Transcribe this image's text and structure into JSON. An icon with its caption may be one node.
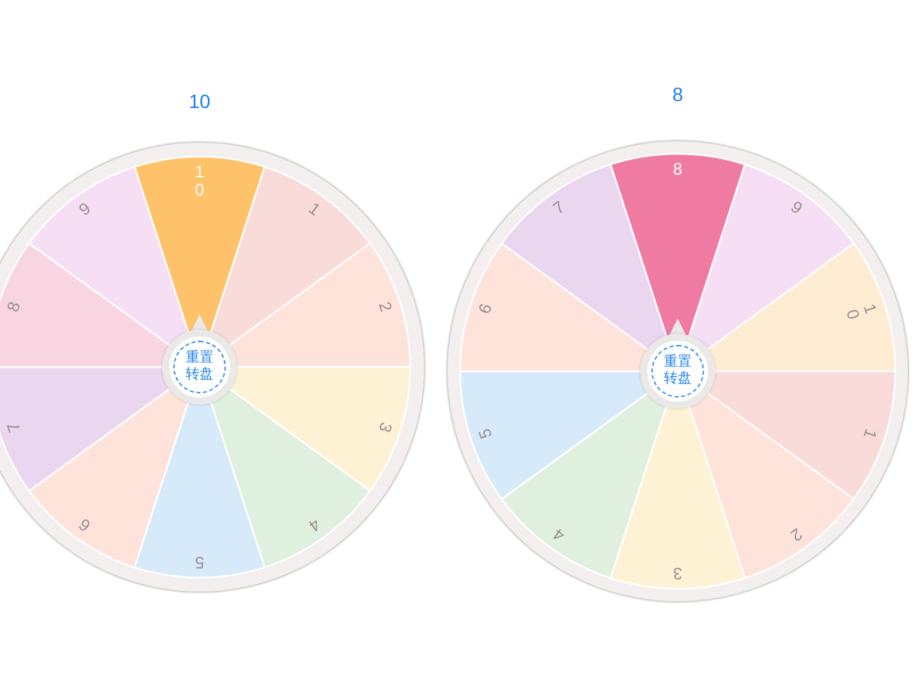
{
  "diagram": {
    "nodes": [
      {
        "text": [
          "10"
        ]
      },
      {
        "text": [
          "10"
        ],
        "in": 0
      },
      {
        "text": [
          "1"
        ],
        "in": 0
      },
      {
        "text": [
          "2"
        ],
        "in": 0
      },
      {
        "text": [
          "3"
        ],
        "in": 0
      },
      {
        "text": [
          "4"
        ],
        "in": 0
      },
      {
        "text": [
          "5"
        ],
        "in": 0
      },
      {
        "text": [
          "6"
        ],
        "in": 0
      },
      {
        "text": [
          "7"
        ],
        "in": 0
      },
      {
        "text": [
          "8"
        ],
        "in": 0
      },
      {
        "text": [
          "9"
        ],
        "in": 0
      },
      {
        "text": [
          "重置转盘"
        ],
        "in": 0
      },
      {
        "text": [
          "8"
        ]
      },
      {
        "text": [
          "8"
        ],
        "in": 12
      },
      {
        "text": [
          "9"
        ],
        "in": 12
      },
      {
        "text": [
          "10"
        ],
        "in": 12
      },
      {
        "text": [
          "1"
        ],
        "in": 12
      },
      {
        "text": [
          "2"
        ],
        "in": 12
      },
      {
        "text": [
          "3"
        ],
        "in": 12
      },
      {
        "text": [
          "4"
        ],
        "in": 12
      },
      {
        "text": [
          "5"
        ],
        "in": 12
      },
      {
        "text": [
          "6"
        ],
        "in": 12
      },
      {
        "text": [
          "7"
        ],
        "in": 12
      },
      {
        "text": [
          "重置转盘"
        ],
        "in": 12
      }
    ],
    "edges": []
  }
}
